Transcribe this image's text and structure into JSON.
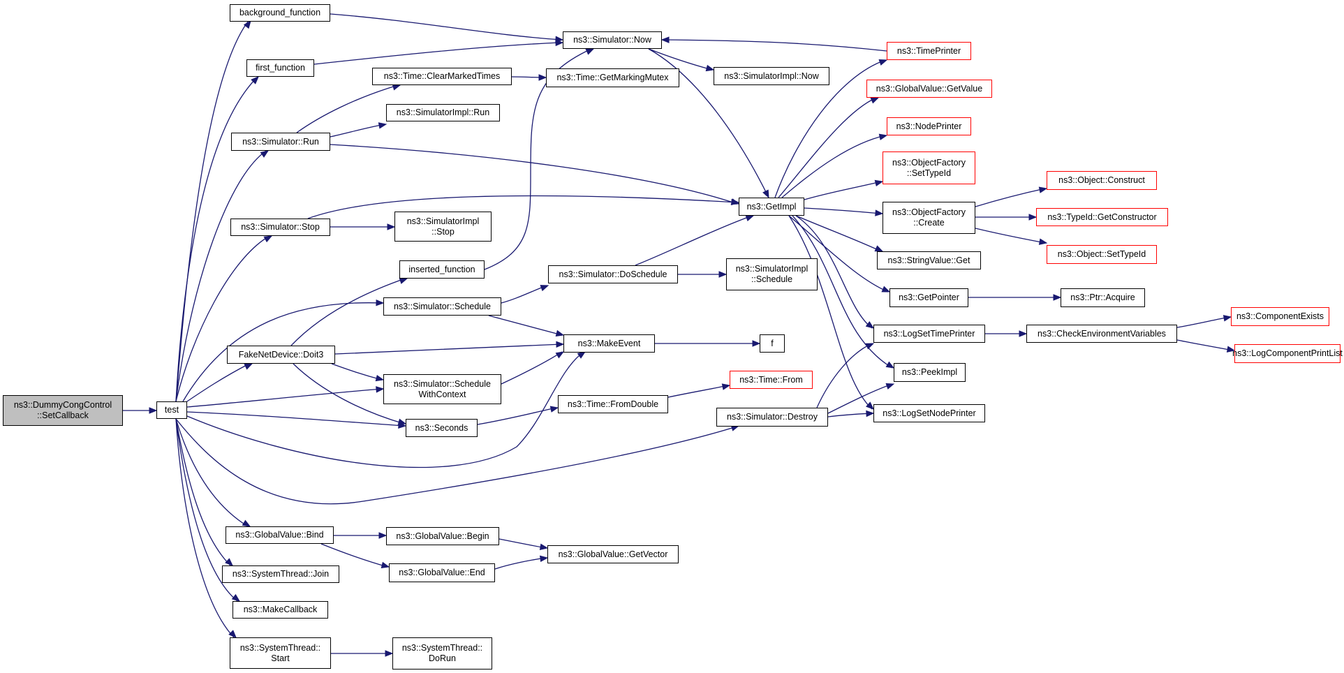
{
  "colors": {
    "edge": "#191970",
    "node_border": "#000000",
    "truncated_border": "#ff0000",
    "root_fill": "#bfbfbf",
    "background": "#ffffff"
  },
  "nodes": {
    "root": "ns3::DummyCongControl\n::SetCallback",
    "test": "test",
    "background_function": "background_function",
    "first_function": "first_function",
    "time_clearmarkedtimes": "ns3::Time::ClearMarkedTimes",
    "simulatorimpl_run": "ns3::SimulatorImpl::Run",
    "simulator_run": "ns3::Simulator::Run",
    "simulator_stop": "ns3::Simulator::Stop",
    "simulatorimpl_stop": "ns3::SimulatorImpl\n::Stop",
    "inserted_function": "inserted_function",
    "simulator_schedule": "ns3::Simulator::Schedule",
    "fakenetdevice_doit3": "FakeNetDevice::Doit3",
    "simulator_schedulewithcontext": "ns3::Simulator::Schedule\nWithContext",
    "seconds": "ns3::Seconds",
    "globalvalue_bind": "ns3::GlobalValue::Bind",
    "systemthread_join": "ns3::SystemThread::Join",
    "makecallback": "ns3::MakeCallback",
    "systemthread_start": "ns3::SystemThread::\nStart",
    "simulator_now": "ns3::Simulator::Now",
    "time_getmarkingmutex": "ns3::Time::GetMarkingMutex",
    "simulatorimpl_now": "ns3::SimulatorImpl::Now",
    "simulator_doschedule": "ns3::Simulator::DoSchedule",
    "simulatorimpl_schedule": "ns3::SimulatorImpl\n::Schedule",
    "makeevent": "ns3::MakeEvent",
    "f": "f",
    "time_fromdouble": "ns3::Time::FromDouble",
    "time_from": "ns3::Time::From",
    "simulator_destroy": "ns3::Simulator::Destroy",
    "globalvalue_begin": "ns3::GlobalValue::Begin",
    "globalvalue_end": "ns3::GlobalValue::End",
    "globalvalue_getvector": "ns3::GlobalValue::GetVector",
    "systemthread_dorun": "ns3::SystemThread::\nDoRun",
    "getimpl": "ns3::GetImpl",
    "timeprinter": "ns3::TimePrinter",
    "globalvalue_getvalue": "ns3::GlobalValue::GetValue",
    "nodeprinter": "ns3::NodePrinter",
    "objectfactory_settypeid": "ns3::ObjectFactory\n::SetTypeId",
    "objectfactory_create": "ns3::ObjectFactory\n::Create",
    "stringvalue_get": "ns3::StringValue::Get",
    "getpointer": "ns3::GetPointer",
    "logsettimeprinter": "ns3::LogSetTimePrinter",
    "peekimpl": "ns3::PeekImpl",
    "logsetnodeprinter": "ns3::LogSetNodePrinter",
    "object_construct": "ns3::Object::Construct",
    "typeid_getconstructor": "ns3::TypeId::GetConstructor",
    "object_settypeid": "ns3::Object::SetTypeId",
    "ptr_acquire": "ns3::Ptr::Acquire",
    "checkenvironmentvariables": "ns3::CheckEnvironmentVariables",
    "componentexists": "ns3::ComponentExists",
    "logcomponentprintlist": "ns3::LogComponentPrintList"
  }
}
